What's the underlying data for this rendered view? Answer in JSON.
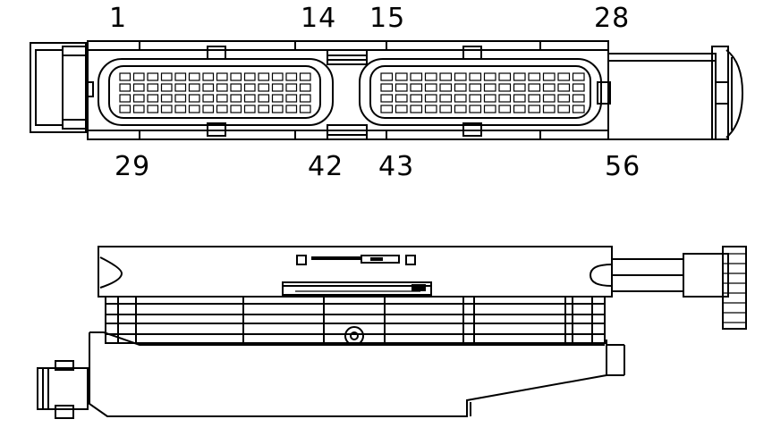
{
  "connector_top_view": {
    "pin_labels": {
      "top_left": "1",
      "top_mid_left": "14",
      "top_mid_right": "15",
      "top_right": "28",
      "bottom_left": "29",
      "bottom_mid_left": "42",
      "bottom_mid_right": "43",
      "bottom_right": "56"
    }
  },
  "colors": {
    "line": "#000000",
    "background": "#ffffff"
  }
}
